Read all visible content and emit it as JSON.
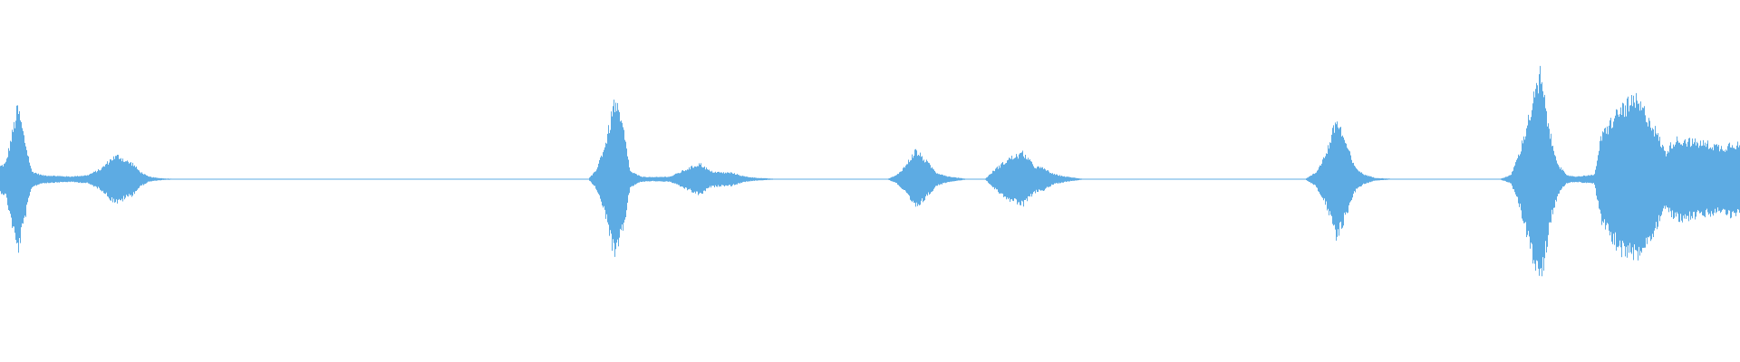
{
  "waveform": {
    "color": "#5DABE3",
    "background": "#FFFFFF",
    "amplitude_envelope": [
      [
        0.0,
        0.1
      ],
      [
        0.003,
        0.12
      ],
      [
        0.006,
        0.3
      ],
      [
        0.01,
        0.55
      ],
      [
        0.014,
        0.3
      ],
      [
        0.018,
        0.06
      ],
      [
        0.024,
        0.03
      ],
      [
        0.04,
        0.02
      ],
      [
        0.05,
        0.03
      ],
      [
        0.058,
        0.08
      ],
      [
        0.064,
        0.16
      ],
      [
        0.068,
        0.18
      ],
      [
        0.072,
        0.14
      ],
      [
        0.076,
        0.12
      ],
      [
        0.08,
        0.06
      ],
      [
        0.085,
        0.02
      ],
      [
        0.09,
        0.01
      ],
      [
        0.095,
        0.005
      ],
      [
        0.1,
        0.003
      ],
      [
        0.32,
        0.003
      ],
      [
        0.338,
        0.003
      ],
      [
        0.342,
        0.06
      ],
      [
        0.348,
        0.28
      ],
      [
        0.353,
        0.6
      ],
      [
        0.358,
        0.38
      ],
      [
        0.362,
        0.06
      ],
      [
        0.368,
        0.02
      ],
      [
        0.375,
        0.015
      ],
      [
        0.385,
        0.02
      ],
      [
        0.395,
        0.08
      ],
      [
        0.402,
        0.12
      ],
      [
        0.408,
        0.06
      ],
      [
        0.415,
        0.05
      ],
      [
        0.42,
        0.05
      ],
      [
        0.428,
        0.02
      ],
      [
        0.435,
        0.01
      ],
      [
        0.445,
        0.003
      ],
      [
        0.51,
        0.003
      ],
      [
        0.515,
        0.03
      ],
      [
        0.52,
        0.1
      ],
      [
        0.526,
        0.22
      ],
      [
        0.532,
        0.14
      ],
      [
        0.538,
        0.05
      ],
      [
        0.545,
        0.02
      ],
      [
        0.555,
        0.003
      ],
      [
        0.566,
        0.003
      ],
      [
        0.572,
        0.08
      ],
      [
        0.58,
        0.16
      ],
      [
        0.588,
        0.2
      ],
      [
        0.594,
        0.1
      ],
      [
        0.6,
        0.08
      ],
      [
        0.605,
        0.04
      ],
      [
        0.612,
        0.02
      ],
      [
        0.622,
        0.003
      ],
      [
        0.75,
        0.003
      ],
      [
        0.756,
        0.05
      ],
      [
        0.762,
        0.2
      ],
      [
        0.768,
        0.46
      ],
      [
        0.774,
        0.25
      ],
      [
        0.778,
        0.1
      ],
      [
        0.783,
        0.04
      ],
      [
        0.79,
        0.01
      ],
      [
        0.8,
        0.003
      ],
      [
        0.862,
        0.003
      ],
      [
        0.868,
        0.03
      ],
      [
        0.873,
        0.2
      ],
      [
        0.878,
        0.45
      ],
      [
        0.881,
        0.6
      ],
      [
        0.885,
        0.8
      ],
      [
        0.888,
        0.55
      ],
      [
        0.892,
        0.25
      ],
      [
        0.896,
        0.1
      ],
      [
        0.9,
        0.03
      ],
      [
        0.906,
        0.02
      ],
      [
        0.912,
        0.03
      ],
      [
        0.916,
        0.03
      ],
      [
        0.92,
        0.32
      ],
      [
        0.926,
        0.45
      ],
      [
        0.932,
        0.55
      ],
      [
        0.94,
        0.6
      ],
      [
        0.947,
        0.48
      ],
      [
        0.952,
        0.35
      ],
      [
        0.957,
        0.2
      ],
      [
        0.962,
        0.3
      ],
      [
        0.968,
        0.3
      ],
      [
        0.975,
        0.28
      ],
      [
        0.982,
        0.27
      ],
      [
        0.99,
        0.24
      ],
      [
        0.995,
        0.28
      ],
      [
        1.0,
        0.26
      ]
    ]
  }
}
